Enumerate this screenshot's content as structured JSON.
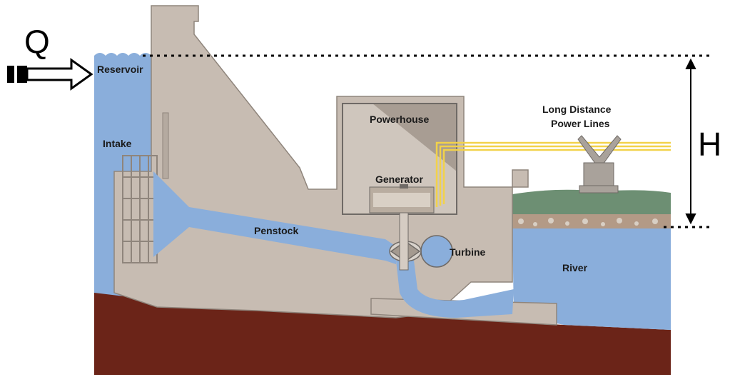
{
  "labels": {
    "flow": "Q",
    "head": "H",
    "reservoir": "Reservoir",
    "intake": "Intake",
    "powerhouse": "Powerhouse",
    "generator": "Generator",
    "power_lines_1": "Long Distance",
    "power_lines_2": "Power Lines",
    "penstock": "Penstock",
    "turbine": "Turbine",
    "river": "River"
  },
  "colors": {
    "water": "#8aaedb",
    "concrete": "#c7bcb2",
    "concrete_edge": "#8f857c",
    "ground": "#6b2418",
    "grass": "#6d8f73",
    "cable": "#f2d24a"
  }
}
